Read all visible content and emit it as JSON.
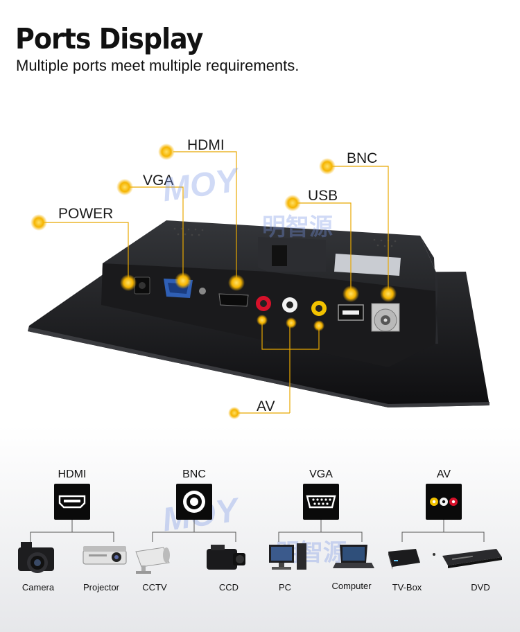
{
  "header": {
    "title": "Ports Display",
    "subtitle": "Multiple ports meet multiple requirements."
  },
  "callouts": {
    "hdmi": "HDMI",
    "vga": "VGA",
    "power": "POWER",
    "bnc": "BNC",
    "usb": "USB",
    "av": "AV"
  },
  "watermark": {
    "brand": "MOY",
    "cn": "明智源"
  },
  "categories": [
    {
      "title": "HDMI",
      "icon": "hdmi-port-icon",
      "devices": [
        "Camera",
        "Projector"
      ]
    },
    {
      "title": "BNC",
      "icon": "bnc-port-icon",
      "devices": [
        "CCTV",
        "CCD"
      ]
    },
    {
      "title": "VGA",
      "icon": "vga-port-icon",
      "devices": [
        "PC",
        "Computer"
      ]
    },
    {
      "title": "AV",
      "icon": "av-rca-icon",
      "devices": [
        "TV-Box",
        "DVD"
      ]
    }
  ],
  "colors": {
    "accent_yellow": "#f5b400",
    "callout_line": "#e8a800",
    "monitor_body": "#1c1c1e",
    "rca_red": "#d6112a",
    "rca_yellow": "#f2c200",
    "rca_white": "#f2f2f2"
  }
}
